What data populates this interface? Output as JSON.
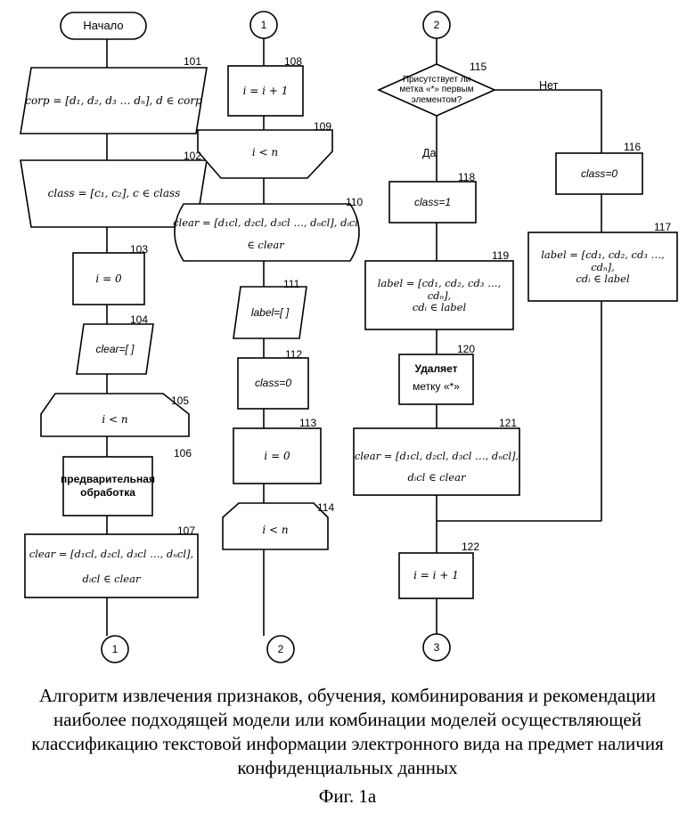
{
  "start_label": "Начало",
  "connectors": {
    "c1": "1",
    "c2": "2",
    "c3": "3"
  },
  "steps": {
    "s101": {
      "num": "101",
      "text": "corp = [d₁, d₂, d₃ … dₙ], d ∈ corp"
    },
    "s102": {
      "num": "102",
      "text": "class = [c₁, c₂], c ∈ class"
    },
    "s103": {
      "num": "103",
      "text": "i = 0"
    },
    "s104": {
      "num": "104",
      "text": "clear=[ ]"
    },
    "s105": {
      "num": "105",
      "text": "i < n"
    },
    "s106": {
      "num": "106",
      "text": "предварительная обработка"
    },
    "s107": {
      "num": "107",
      "line1": "clear = [d₁cl, d₂cl, d₃cl …, dₙcl],",
      "line2": "dᵢcl ∈ clear"
    },
    "s108": {
      "num": "108",
      "text": "i = i + 1"
    },
    "s109": {
      "num": "109",
      "text": "i < n"
    },
    "s110": {
      "num": "110",
      "line1": "clear = [d₁cl, d₂cl, d₃cl …, dₙcl], dᵢcl",
      "line2": "∈ clear"
    },
    "s111": {
      "num": "111",
      "text": "label=[ ]"
    },
    "s112": {
      "num": "112",
      "text": "class=0"
    },
    "s113": {
      "num": "113",
      "text": "i = 0"
    },
    "s114": {
      "num": "114",
      "text": "i < n"
    },
    "s115": {
      "num": "115",
      "text": "Присутствует ли метка «*» первым элементом?"
    },
    "s116": {
      "num": "116",
      "text": "class=0"
    },
    "s117": {
      "num": "117",
      "line1": "label = [cd₁, cd₂, cd₃ …, cdₙ],",
      "line2": "cdᵢ ∈ label"
    },
    "s118": {
      "num": "118",
      "text": "class=1"
    },
    "s119": {
      "num": "119",
      "line1": "label = [cd₁, cd₂, cd₃ …, cdₙ],",
      "line2": "cdᵢ ∈ label"
    },
    "s120": {
      "num": "120",
      "line1": "Удаляет",
      "line2": "метку «*»"
    },
    "s121": {
      "num": "121",
      "line1": "clear = [d₁cl, d₂cl, d₃cl …, dₙcl],",
      "line2": "dᵢcl ∈ clear"
    },
    "s122": {
      "num": "122",
      "text": "i = i + 1"
    }
  },
  "branch_labels": {
    "no": "Нет",
    "yes": "Да"
  },
  "caption": [
    "Алгоритм извлечения признаков, обучения, комбинирования и рекомендации",
    "наиболее подходящей модели или комбинации моделей осуществляющей",
    "классификацию текстовой информации электронного вида на предмет наличия",
    "конфиденциальных данных"
  ],
  "figure_label": "Фиг. 1а"
}
